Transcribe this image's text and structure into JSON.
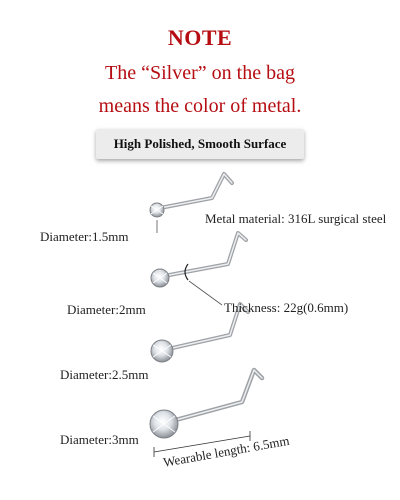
{
  "note": {
    "title": "NOTE",
    "line1": "The “Silver” on the bag",
    "line2": "means the color of metal."
  },
  "banner": "High Polished, Smooth Surface",
  "labels": {
    "diameter_1": "Diameter:1.5mm",
    "material": "Metal material: 316L surgical steel",
    "diameter_2": "Diameter:2mm",
    "thickness": "Thickness: 22g(0.6mm)",
    "diameter_3": "Diameter:2.5mm",
    "diameter_4": "Diameter:3mm",
    "length": "Wearable length: 6.5mm"
  },
  "colors": {
    "note_red": "#b50d12",
    "banner_bg": "#ececec",
    "metal": "#b9bcc0"
  }
}
